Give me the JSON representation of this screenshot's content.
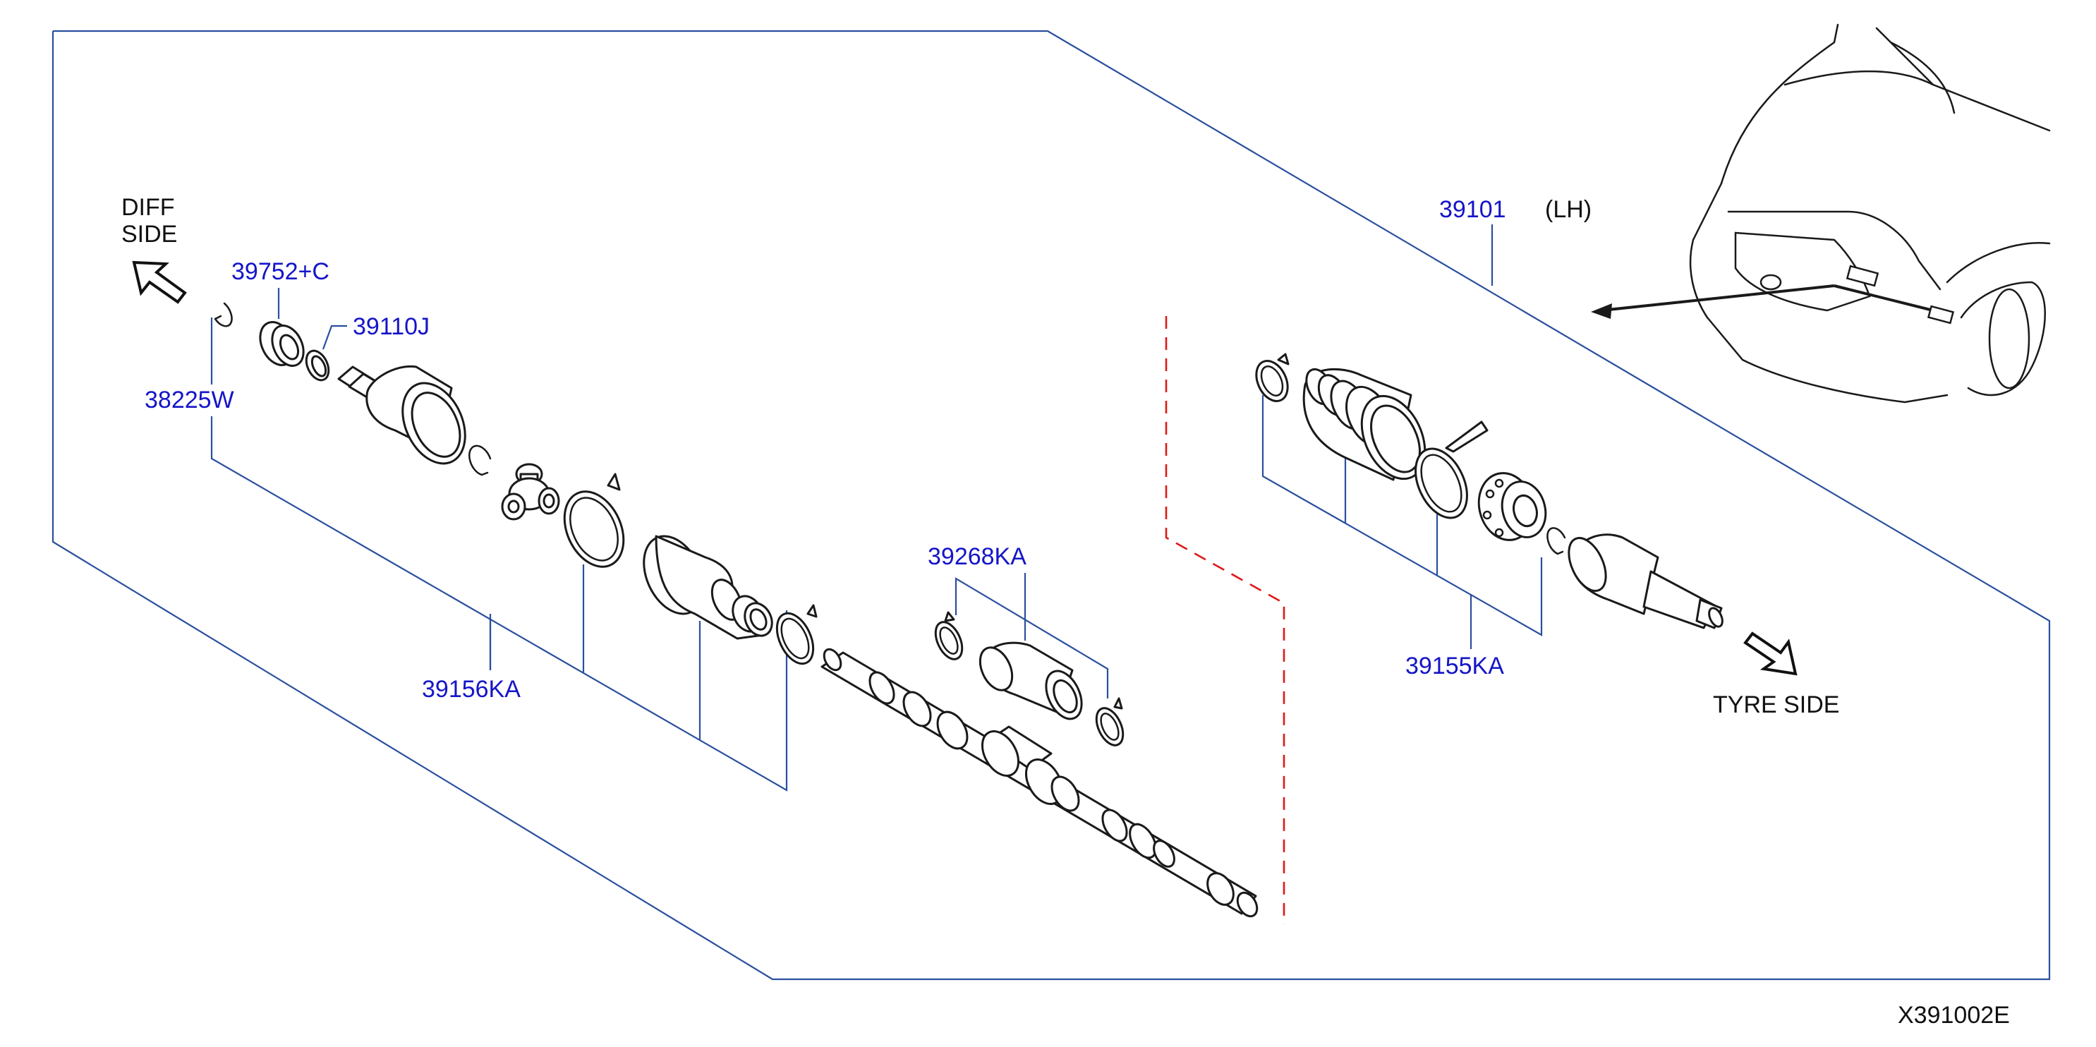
{
  "diagram": {
    "code": "X391002E",
    "diff_side": [
      "DIFF",
      "SIDE"
    ],
    "tyre_side": "TYRE   SIDE",
    "side_note": "(LH)",
    "parts": {
      "p39101": "39101",
      "p39752": "39752+C",
      "p39110": "39110J",
      "p38225": "38225W",
      "p39156": "39156KA",
      "p39268": "39268KA",
      "p39155": "39155KA"
    }
  }
}
